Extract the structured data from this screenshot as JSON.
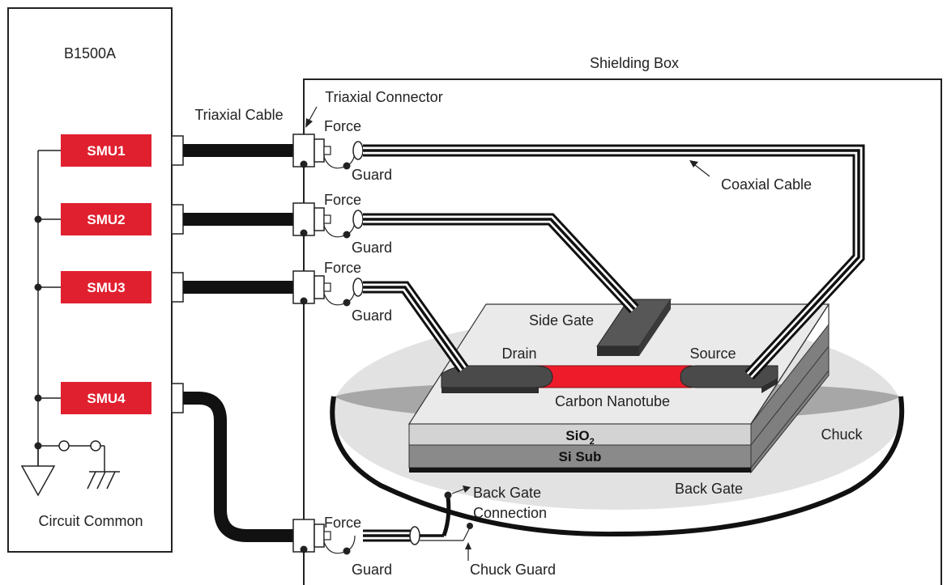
{
  "instrument": {
    "title": "B1500A",
    "smus": [
      "SMU1",
      "SMU2",
      "SMU3",
      "SMU4"
    ],
    "circuit_common": "Circuit Common"
  },
  "labels": {
    "triaxial_cable": "Triaxial Cable",
    "triaxial_connector": "Triaxial Connector",
    "shielding_box": "Shielding Box",
    "coaxial_cable": "Coaxial Cable",
    "force": "Force",
    "guard": "Guard",
    "side_gate": "Side Gate",
    "drain": "Drain",
    "source": "Source",
    "carbon_nanotube": "Carbon Nanotube",
    "sio2": "SiO",
    "sio2_sub": "2",
    "si_sub": "Si Sub",
    "chuck": "Chuck",
    "back_gate": "Back Gate",
    "back_gate_connection_1": "Back Gate",
    "back_gate_connection_2": "Connection",
    "chuck_guard": "Chuck Guard"
  },
  "colors": {
    "smu_red": "#e0202f",
    "nanotube_red": "#ee1c2b",
    "pad_gray": "#4a4a4a",
    "chuck_gray": "#e2e2e2"
  }
}
